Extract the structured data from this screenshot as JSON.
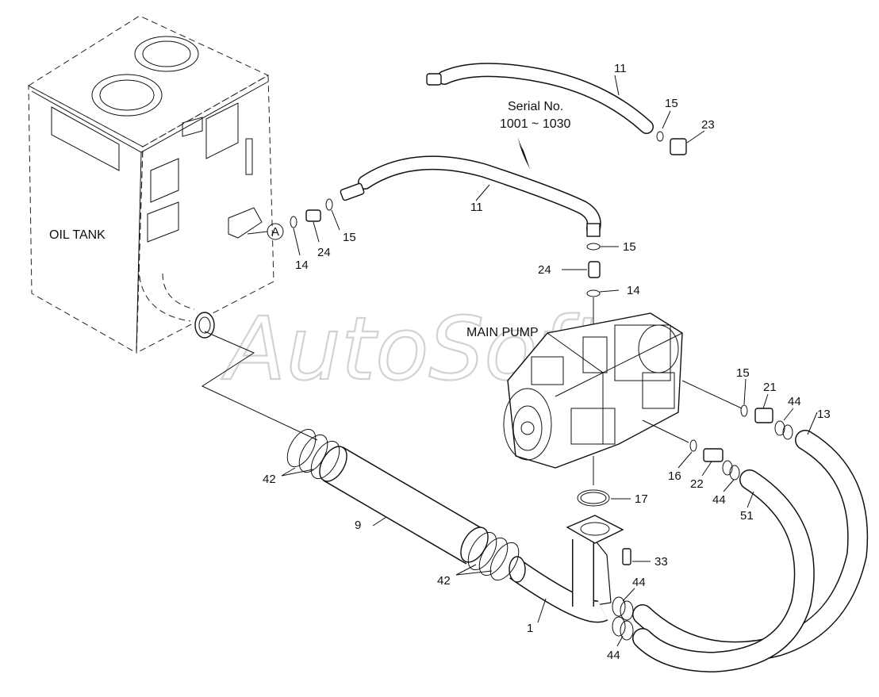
{
  "watermark": "AutoSoft",
  "titles": {
    "oil_tank": "OIL TANK",
    "main_pump": "MAIN PUMP",
    "serial_line1": "Serial No.",
    "serial_line2": "1001 ~ 1030",
    "circle_ref": "A"
  },
  "callouts": {
    "c11_top": "11",
    "c15_top": "15",
    "c23": "23",
    "c11_mid": "11",
    "c14_left": "14",
    "c24_left": "24",
    "c15_left": "15",
    "c15_pump": "15",
    "c24_pump": "24",
    "c14_pump": "14",
    "c15_right": "15",
    "c21": "21",
    "c44_right": "44",
    "c13": "13",
    "c16": "16",
    "c22": "22",
    "c44_mid": "44",
    "c51": "51",
    "c17": "17",
    "c33": "33",
    "c42_top": "42",
    "c9": "9",
    "c42_bot": "42",
    "c1": "1",
    "c44_low1": "44",
    "c44_low2": "44"
  }
}
